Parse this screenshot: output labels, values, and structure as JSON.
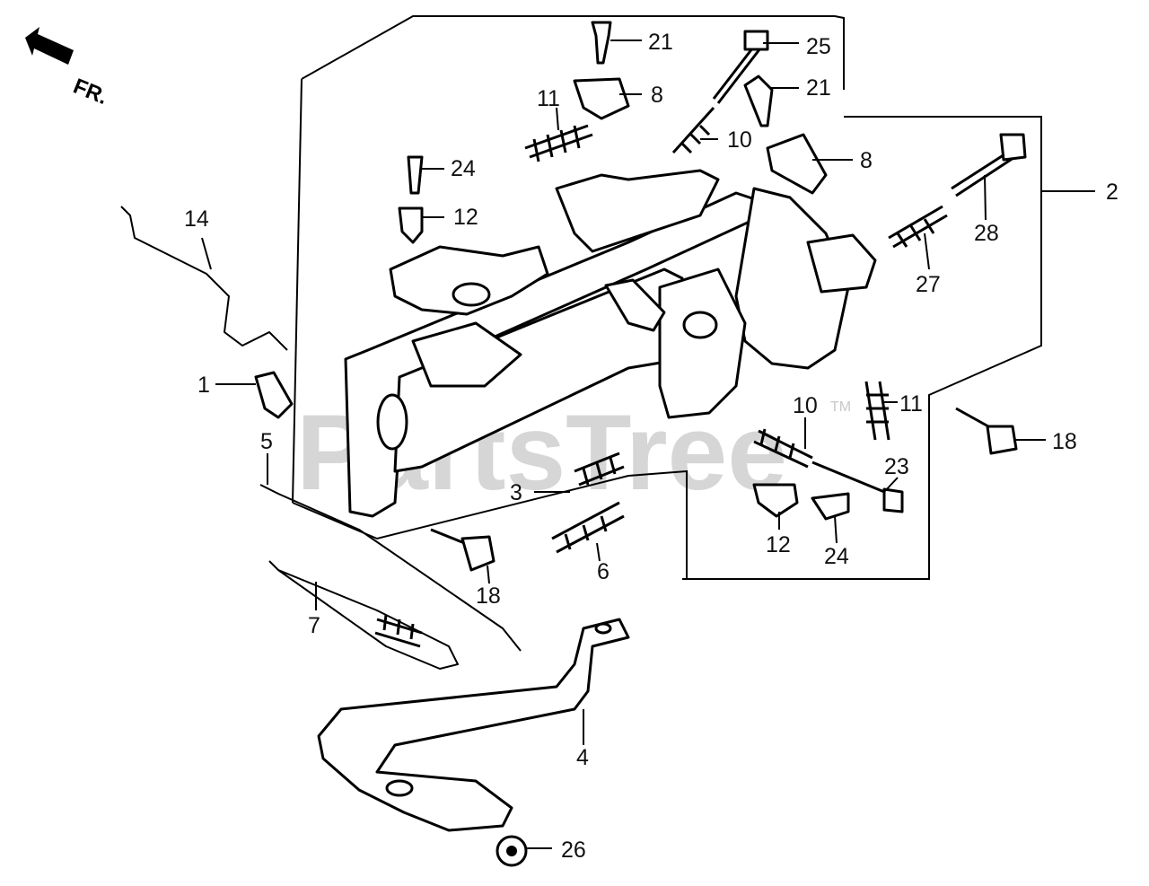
{
  "diagram": {
    "direction_label": "FR.",
    "watermark": "PartsTree",
    "watermark_tm": "TM",
    "callouts": [
      {
        "id": "c21a",
        "text": "21"
      },
      {
        "id": "c25",
        "text": "25"
      },
      {
        "id": "c21b",
        "text": "21"
      },
      {
        "id": "c8a",
        "text": "8"
      },
      {
        "id": "c11a",
        "text": "11"
      },
      {
        "id": "c10a",
        "text": "10"
      },
      {
        "id": "c8b",
        "text": "8"
      },
      {
        "id": "c2",
        "text": "2"
      },
      {
        "id": "c24a",
        "text": "24"
      },
      {
        "id": "c12a",
        "text": "12"
      },
      {
        "id": "c14",
        "text": "14"
      },
      {
        "id": "c28",
        "text": "28"
      },
      {
        "id": "c27",
        "text": "27"
      },
      {
        "id": "c1",
        "text": "1"
      },
      {
        "id": "c5",
        "text": "5"
      },
      {
        "id": "c10b",
        "text": "10"
      },
      {
        "id": "c11b",
        "text": "11"
      },
      {
        "id": "c18a",
        "text": "18"
      },
      {
        "id": "c23",
        "text": "23"
      },
      {
        "id": "c3",
        "text": "3"
      },
      {
        "id": "c12b",
        "text": "12"
      },
      {
        "id": "c24b",
        "text": "24"
      },
      {
        "id": "c6",
        "text": "6"
      },
      {
        "id": "c18b",
        "text": "18"
      },
      {
        "id": "c7",
        "text": "7"
      },
      {
        "id": "c4",
        "text": "4"
      },
      {
        "id": "c26",
        "text": "26"
      }
    ]
  }
}
